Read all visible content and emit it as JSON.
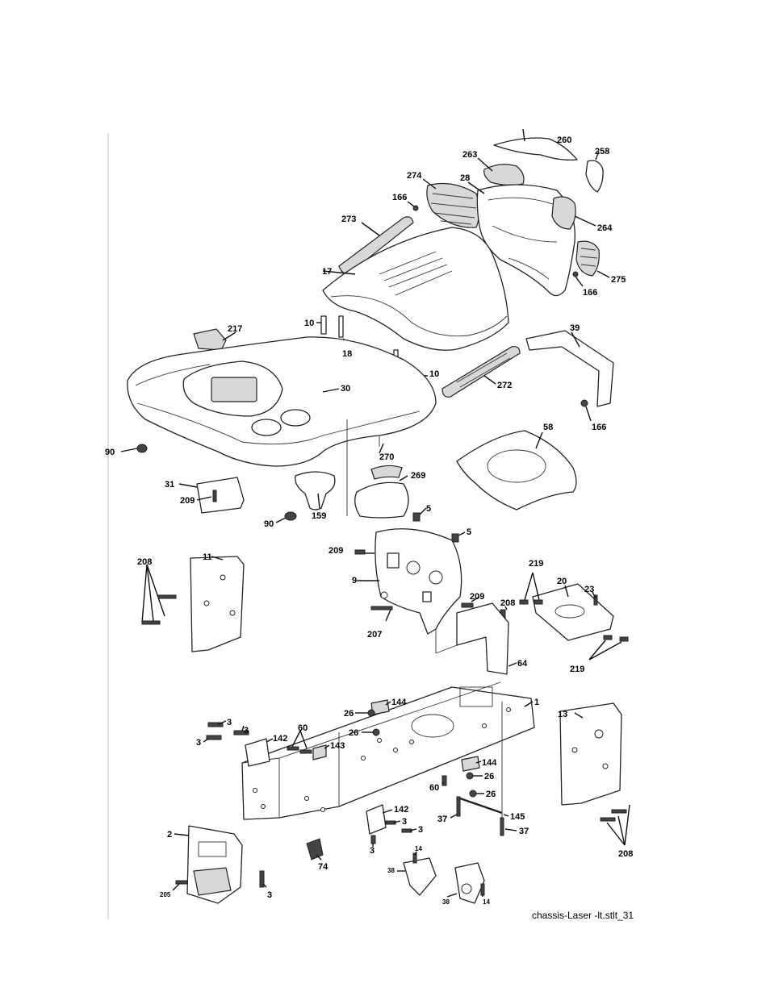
{
  "caption": "chassis-Laser -lt.stlt_31",
  "callouts": {
    "c260": "260",
    "c258": "258",
    "c263": "263",
    "c274": "274",
    "c28": "28",
    "c166a": "166",
    "c264": "264",
    "c273": "273",
    "c275": "275",
    "c166b": "166",
    "c17": "17",
    "c10a": "10",
    "c217": "217",
    "c18": "18",
    "c39": "39",
    "c10b": "10",
    "c272": "272",
    "c30": "30",
    "c166c": "166",
    "c58": "58",
    "c90a": "90",
    "c270": "270",
    "c269": "269",
    "c31": "31",
    "c209a": "209",
    "c159": "159",
    "c90b": "90",
    "c5a": "5",
    "c5b": "5",
    "c209b": "209",
    "c208a": "208",
    "c11": "11",
    "c9": "9",
    "c219a": "219",
    "c20": "20",
    "c23": "23",
    "c209c": "209",
    "c208b": "208",
    "c207": "207",
    "c64": "64",
    "c219b": "219",
    "c144a": "144",
    "c1": "1",
    "c26a": "26",
    "c13": "13",
    "c3a": "3",
    "c3b": "3",
    "c26b": "26",
    "c60a": "60",
    "c3c": "3",
    "c142a": "142",
    "c143": "143",
    "c144b": "144",
    "c26c": "26",
    "c60b": "60",
    "c26d": "26",
    "c37a": "37",
    "c145": "145",
    "c142b": "142",
    "c3d": "3",
    "c3e": "3",
    "c37b": "37",
    "c2": "2",
    "c208c": "208",
    "c3f": "3",
    "c74": "74",
    "c14a": "14",
    "c38a": "38",
    "c205": "205",
    "c3g": "3",
    "c38b": "38",
    "c14b": "14"
  }
}
